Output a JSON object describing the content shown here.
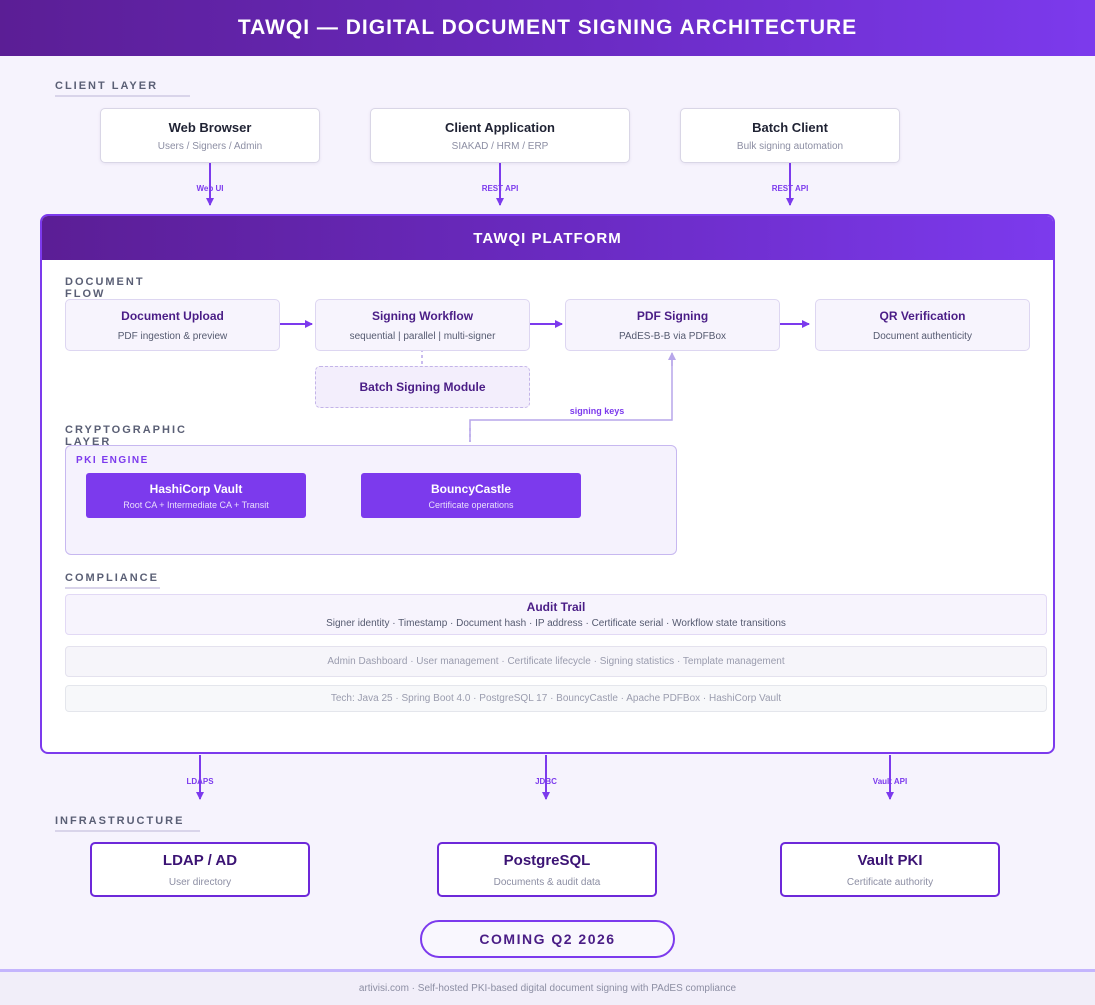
{
  "title": "TAWQI — DIGITAL DOCUMENT SIGNING ARCHITECTURE",
  "client_layer": {
    "label": "CLIENT LAYER",
    "clients": [
      {
        "title": "Web Browser",
        "sub": "Users / Signers / Admin",
        "arrow": "Web UI"
      },
      {
        "title": "Client Application",
        "sub": "SIAKAD / HRM / ERP",
        "arrow": "REST API"
      },
      {
        "title": "Batch Client",
        "sub": "Bulk signing automation",
        "arrow": "REST API"
      }
    ]
  },
  "platform": {
    "title": "TAWQI PLATFORM",
    "document_flow": {
      "label": "DOCUMENT FLOW",
      "steps": [
        {
          "title": "Document Upload",
          "sub": "PDF ingestion & preview"
        },
        {
          "title": "Signing Workflow",
          "sub": "sequential | parallel | multi-signer"
        },
        {
          "title": "PDF Signing",
          "sub": "PAdES-B-B via PDFBox"
        },
        {
          "title": "QR Verification",
          "sub": "Document authenticity"
        }
      ],
      "batch": "Batch Signing Module",
      "signing_keys_label": "signing keys"
    },
    "crypto": {
      "label": "CRYPTOGRAPHIC LAYER",
      "engine_label": "PKI ENGINE",
      "vault": {
        "title": "HashiCorp Vault",
        "sub": "Root CA + Intermediate CA + Transit"
      },
      "bouncy": {
        "title": "BouncyCastle",
        "sub": "Certificate operations"
      }
    },
    "compliance": {
      "label": "COMPLIANCE",
      "audit_title": "Audit Trail",
      "audit_sub": "Signer identity · Timestamp · Document hash · IP address · Certificate serial · Workflow state transitions",
      "admin": "Admin Dashboard · User management · Certificate lifecycle · Signing statistics · Template management",
      "tech": "Tech: Java 25 · Spring Boot 4.0 · PostgreSQL 17 · BouncyCastle · Apache PDFBox · HashiCorp Vault"
    }
  },
  "infrastructure": {
    "label": "INFRASTRUCTURE",
    "items": [
      {
        "title": "LDAP / AD",
        "sub": "User directory",
        "arrow": "LDAPS"
      },
      {
        "title": "PostgreSQL",
        "sub": "Documents & audit data",
        "arrow": "JDBC"
      },
      {
        "title": "Vault PKI",
        "sub": "Certificate authority",
        "arrow": "Vault API"
      }
    ]
  },
  "badge": "COMING Q2 2026",
  "footer": "artivisi.com · Self-hosted PKI-based digital document signing with PAdES compliance",
  "colors": {
    "accent": "#7c3aed",
    "dark": "#5b1e95",
    "background": "#f6f3fd"
  }
}
